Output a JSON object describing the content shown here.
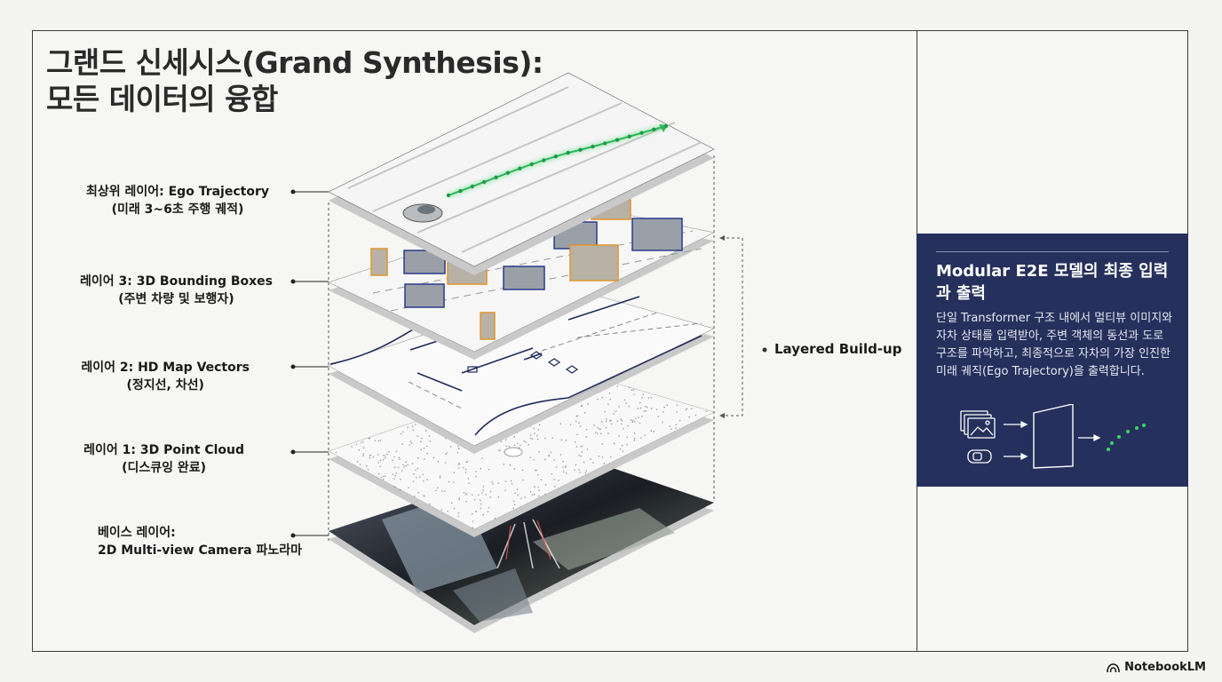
{
  "title": {
    "line1": "그랜드 신세시스(Grand Synthesis):",
    "line2": "모든 데이터의 융합"
  },
  "layers": [
    {
      "label": "최상위 레이어: Ego Trajectory",
      "sub": "(미래 3~6초 주행 궤적)"
    },
    {
      "label": "레이어 3: 3D Bounding Boxes",
      "sub": "(주변 차량 및 보행자)"
    },
    {
      "label": "레이어 2: HD Map Vectors",
      "sub": "(정지선, 차선)"
    },
    {
      "label": "레이어 1: 3D Point Cloud",
      "sub": "(디스큐잉 완료)"
    },
    {
      "label": "베이스 레이어:",
      "sub": "2D Multi-view Camera 파노라마"
    }
  ],
  "buildup_label": "Layered Build-up",
  "panel": {
    "heading": "Modular E2E 모델의 최종 입력과 출력",
    "body": "단일 Transformer 구조 내에서 멀티뷰 이미지와 자차 상태를 입력받아, 주변 객체의 동선과 도로 구조를 파악하고, 최종적으로 자차의 가장 인진한 미래 궤직(Ego Trajectory)을 출력합니다."
  },
  "brand": "NotebookLM",
  "colors": {
    "panel_bg": "#25305c",
    "trajectory": "#3ed66a",
    "vehicle_box": "#2b3a8a",
    "pedestrian_box": "#e0952a",
    "map_lines": "#1f2a5a"
  },
  "icons": [
    "images-icon",
    "car-icon",
    "arrow-right-icon",
    "transformer-icon",
    "trajectory-icon",
    "notebook-logo-icon"
  ]
}
